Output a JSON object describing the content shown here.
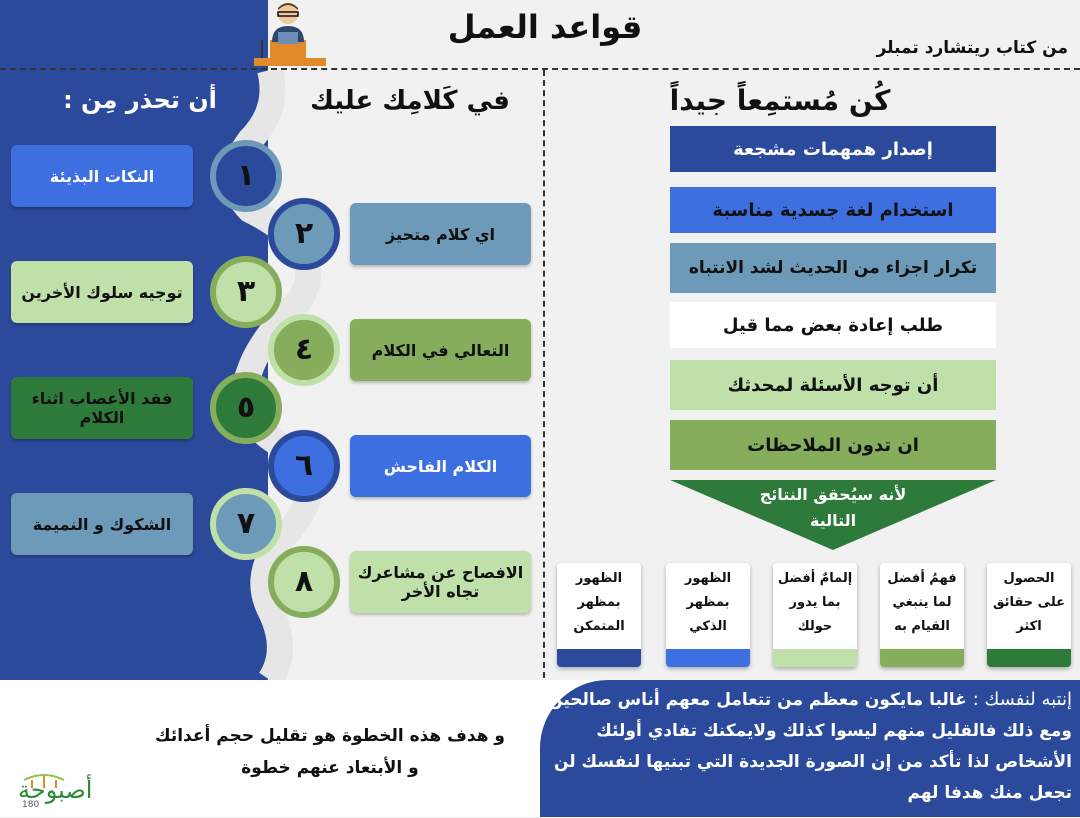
{
  "header": {
    "title": "قواعد العمل",
    "source": "من كتاب ريتشارد تمبلر"
  },
  "left": {
    "heading": "أن تحذر مِن :",
    "items": [
      "النكات البذيئة",
      "توجيه سلوك الأخرين",
      "فقد الأعصاب اثناء الكلام",
      "الشكوك و النميمة"
    ]
  },
  "middle": {
    "heading": "في كَلامِك عليك",
    "items": [
      "اي كلام متحيز",
      "التعالي في الكلام",
      "الكلام الفاحش",
      "الافصاح عن مشاعرك تجاه الأخر"
    ]
  },
  "chain": {
    "numbers": [
      "١",
      "٢",
      "٣",
      "٤",
      "٥",
      "٦",
      "٧",
      "٨"
    ]
  },
  "right": {
    "heading": "كُن مُستمِعاً جيداً",
    "funnel": [
      "إصدار همهمات مشجعة",
      "استخدام لغة جسدية مناسبة",
      "تكرار اجزاء من الحديث لشد الانتباه",
      "طلب إعادة بعض مما قيل",
      "أن توجه الأسئلة لمحدثك",
      "ان تدون الملاحظات"
    ],
    "result_intro": "لأنه سيُحقق النتائج التالية",
    "results": [
      "الحصول على حقائق اكثر",
      "فهمُ أفضل لما ينبغي القيام به",
      "إلمامٌ أفضل بما يدور حولك",
      "الظهور بمظهر الذكي",
      "الظهور بمظهر المتمكن"
    ]
  },
  "footer": {
    "attention_label": "إنتبه لنفسك :",
    "attention_text": "غالبا مايكون معظم من تتعامل معهم أناس صالحين ومع ذلك فالقليل منهم ليسوا كذلك ولايمكنك تفادي أولئك الأشخاص لذا تأكد من إن الصورة الجديدة التي تبنيها لنفسك لن تجعل منك هدفا لهم",
    "goal_text": "و هدف هذه الخطوة هو تقليل حجم أعدائك و الأبتعاد عنهم خطوة"
  },
  "logo": {
    "text": "أصبوحة",
    "number": "180"
  },
  "colors": {
    "navy": "#2c4a9c",
    "blue": "#3d6fe0",
    "steel": "#6d9ab8",
    "light_green": "#bfe0a8",
    "olive": "#86ad5c",
    "dark_green": "#2e7a3a"
  }
}
